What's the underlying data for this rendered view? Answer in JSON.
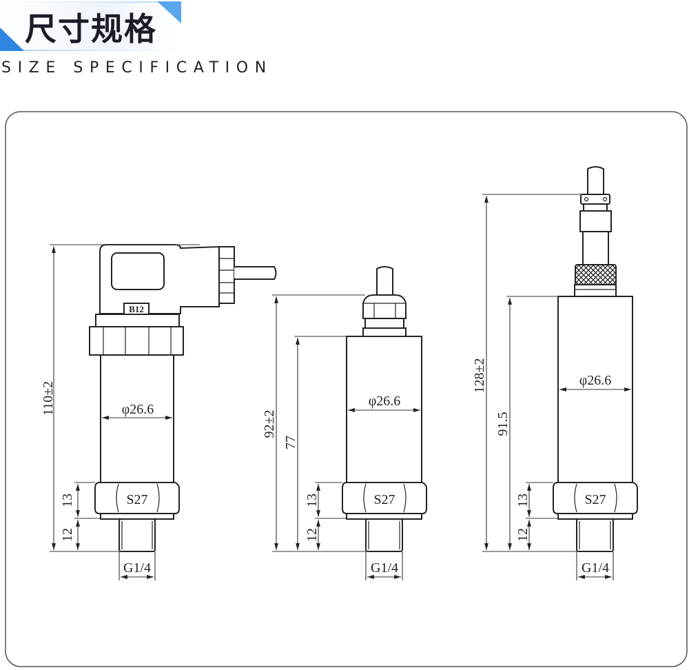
{
  "header": {
    "title": "尺寸规格",
    "subtitle": "SIZE SPECIFICATION",
    "accent_color": "#2f86e0"
  },
  "drawings": [
    {
      "name": "din-connector-type",
      "connector_label": "B12",
      "overall_height": "110±2",
      "diameter": "φ26.6",
      "hex_label": "S27",
      "hex_height": "13",
      "thread_height": "12",
      "thread": "G1/4"
    },
    {
      "name": "cable-gland-type",
      "overall_height": "92±2",
      "body_height": "77",
      "diameter": "φ26.6",
      "hex_label": "S27",
      "hex_height": "13",
      "thread_height": "12",
      "thread": "G1/4"
    },
    {
      "name": "aviation-plug-type",
      "overall_height": "128±2",
      "body_height": "91.5",
      "diameter": "φ26.6",
      "hex_label": "S27",
      "hex_height": "13",
      "thread_height": "12",
      "thread": "G1/4"
    }
  ]
}
